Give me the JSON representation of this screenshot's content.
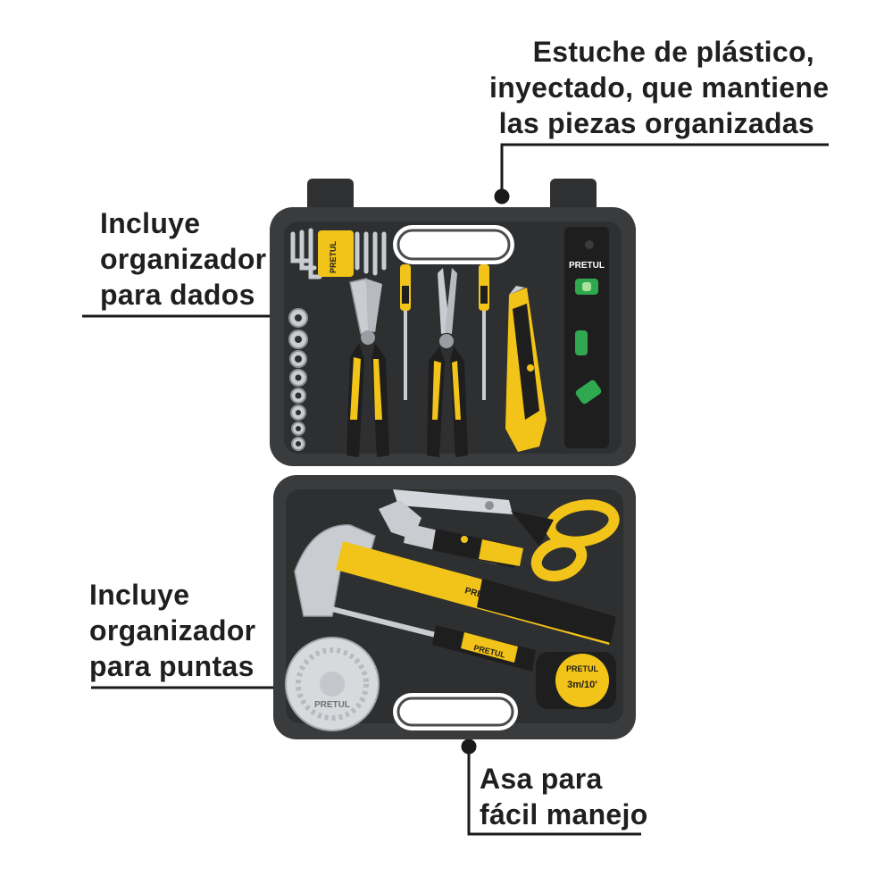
{
  "callouts": {
    "case": {
      "lines": [
        "Estuche de plástico,",
        "inyectado, que mantiene",
        "las piezas organizadas"
      ]
    },
    "sockets": {
      "lines": [
        "Incluye",
        "organizador",
        "para dados"
      ]
    },
    "bits": {
      "lines": [
        "Incluye",
        "organizador",
        "para puntas"
      ]
    },
    "handle": {
      "lines": [
        "Asa para",
        "fácil manejo"
      ]
    }
  },
  "product": {
    "brand": "PRETUL",
    "tape_measure_label": "3m/10'",
    "colors": {
      "case": "#3a3b3d",
      "case_inner": "#2b2c2e",
      "accent_yellow": "#f2c318",
      "grip_black": "#1e1e1e",
      "metal": "#c9cdd1",
      "leader_line": "#1a1a1a"
    }
  }
}
